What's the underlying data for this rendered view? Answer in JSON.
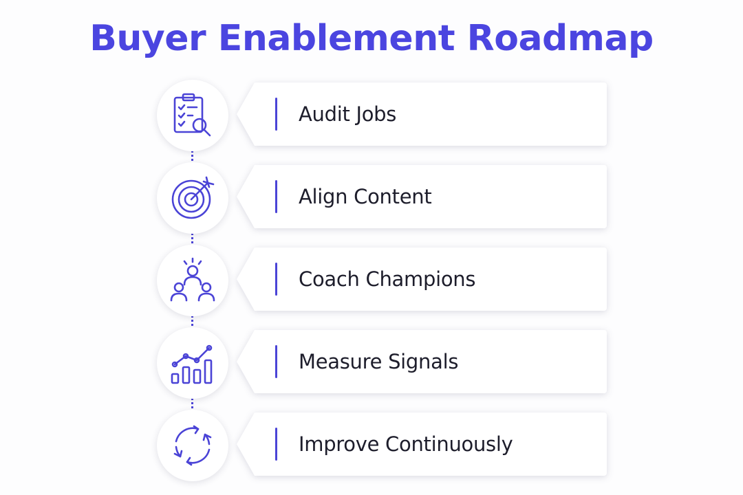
{
  "title": "Buyer Enablement Roadmap",
  "colors": {
    "accent": "#4b45e0",
    "text": "#1d1d2b",
    "card": "#ffffff",
    "background": "#fdfdfe"
  },
  "steps": [
    {
      "label": "Audit Jobs",
      "icon": "clipboard-search-icon"
    },
    {
      "label": "Align Content",
      "icon": "target-arrow-icon"
    },
    {
      "label": "Coach Champions",
      "icon": "coach-team-icon"
    },
    {
      "label": "Measure Signals",
      "icon": "bar-chart-trend-icon"
    },
    {
      "label": "Improve Continuously",
      "icon": "refresh-cycle-icon"
    }
  ]
}
